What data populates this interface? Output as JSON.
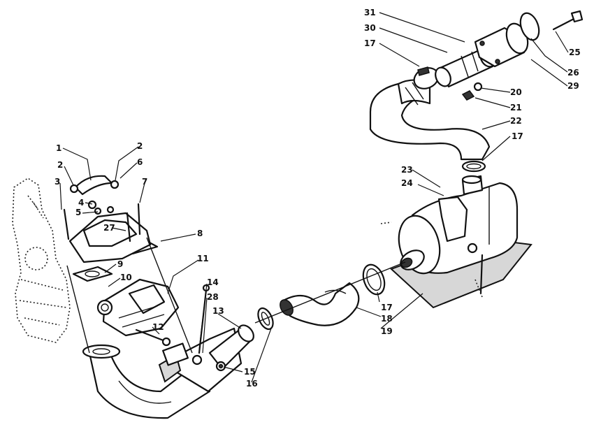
{
  "callouts": [
    {
      "id": "c1",
      "label": "1"
    },
    {
      "id": "c2a",
      "label": "2"
    },
    {
      "id": "c2b",
      "label": "2"
    },
    {
      "id": "c3",
      "label": "3"
    },
    {
      "id": "c4",
      "label": "4"
    },
    {
      "id": "c5",
      "label": "5"
    },
    {
      "id": "c6",
      "label": "6"
    },
    {
      "id": "c7",
      "label": "7"
    },
    {
      "id": "c8",
      "label": "8"
    },
    {
      "id": "c9",
      "label": "9"
    },
    {
      "id": "c10",
      "label": "10"
    },
    {
      "id": "c11",
      "label": "11"
    },
    {
      "id": "c12",
      "label": "12"
    },
    {
      "id": "c13",
      "label": "13"
    },
    {
      "id": "c14",
      "label": "14"
    },
    {
      "id": "c15",
      "label": "15"
    },
    {
      "id": "c16",
      "label": "16"
    },
    {
      "id": "c17a",
      "label": "17"
    },
    {
      "id": "c17b",
      "label": "17"
    },
    {
      "id": "c17c",
      "label": "17"
    },
    {
      "id": "c18",
      "label": "18"
    },
    {
      "id": "c19",
      "label": "19"
    },
    {
      "id": "c20",
      "label": "20"
    },
    {
      "id": "c21",
      "label": "21"
    },
    {
      "id": "c22",
      "label": "22"
    },
    {
      "id": "c23",
      "label": "23"
    },
    {
      "id": "c24",
      "label": "24"
    },
    {
      "id": "c25",
      "label": "25"
    },
    {
      "id": "c26",
      "label": "26"
    },
    {
      "id": "c27",
      "label": "27"
    },
    {
      "id": "c28",
      "label": "28"
    },
    {
      "id": "c29",
      "label": "29"
    },
    {
      "id": "c30",
      "label": "30"
    },
    {
      "id": "c31",
      "label": "31"
    }
  ]
}
